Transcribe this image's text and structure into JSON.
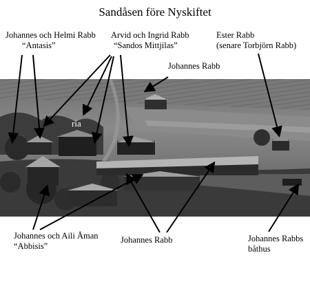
{
  "title": "Sandåsen före Nyskiftet",
  "labels": {
    "antasis": {
      "line1": "Johannes och Helmi Rabb",
      "line2": "“Antasis”"
    },
    "sandos": {
      "line1": "Arvid och Ingrid Rabb",
      "line2": "“Sandos Mittjilas”"
    },
    "ester": {
      "line1": "Ester Rabb",
      "line2": "(senare Torbjörn Rabb)"
    },
    "johannes_top": {
      "line1": "Johannes Rabb"
    },
    "abbisis": {
      "line1": "Johannes och Aili Åman",
      "line2": "“Abbisis”"
    },
    "johannes_bottom": {
      "line1": "Johannes Rabb"
    },
    "bathus": {
      "line1": "Johannes Rabbs",
      "line2": "båthus"
    }
  },
  "photo_text": {
    "ria": "ria"
  }
}
